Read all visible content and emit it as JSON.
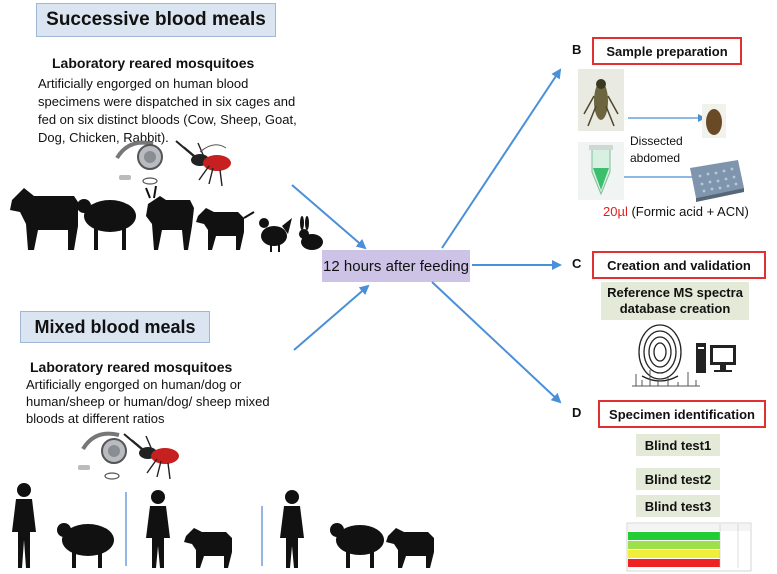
{
  "left_top": {
    "title": "Successive blood meals",
    "subtitle": "Laboratory reared mosquitoes",
    "description": "Artificially engorged on human blood  specimens were dispatched in six cages and fed on six distinct bloods (Cow,  Sheep, Goat, Dog, Chicken, Rabbit)."
  },
  "left_bottom": {
    "title": "Mixed blood meals",
    "subtitle": "Laboratory reared mosquitoes",
    "description": "Artificially engorged on human/dog or human/sheep or human/dog/ sheep mixed bloods at different ratios"
  },
  "center": {
    "label": "12 hours after feeding"
  },
  "section_b": {
    "letter": "B",
    "title": "Sample preparation",
    "dissect_label": "Dissected abdomed",
    "volume": "20µl",
    "reagent": " (Formic acid + ACN)"
  },
  "section_c": {
    "letter": "C",
    "title": "Creation and validation",
    "box_text": "Reference MS spectra database  creation"
  },
  "section_d": {
    "letter": "D",
    "title": "Specimen identification",
    "tests": [
      "Blind test1",
      "Blind test2",
      "Blind test3"
    ]
  },
  "colors": {
    "title_bg": "#dbe5f1",
    "center_bg": "#ccc3e6",
    "section_border": "#e03030",
    "green_box": "#e4ead8",
    "arrow": "#4a8fd8",
    "volume_text": "#e02020",
    "silhouette": "#111111"
  }
}
